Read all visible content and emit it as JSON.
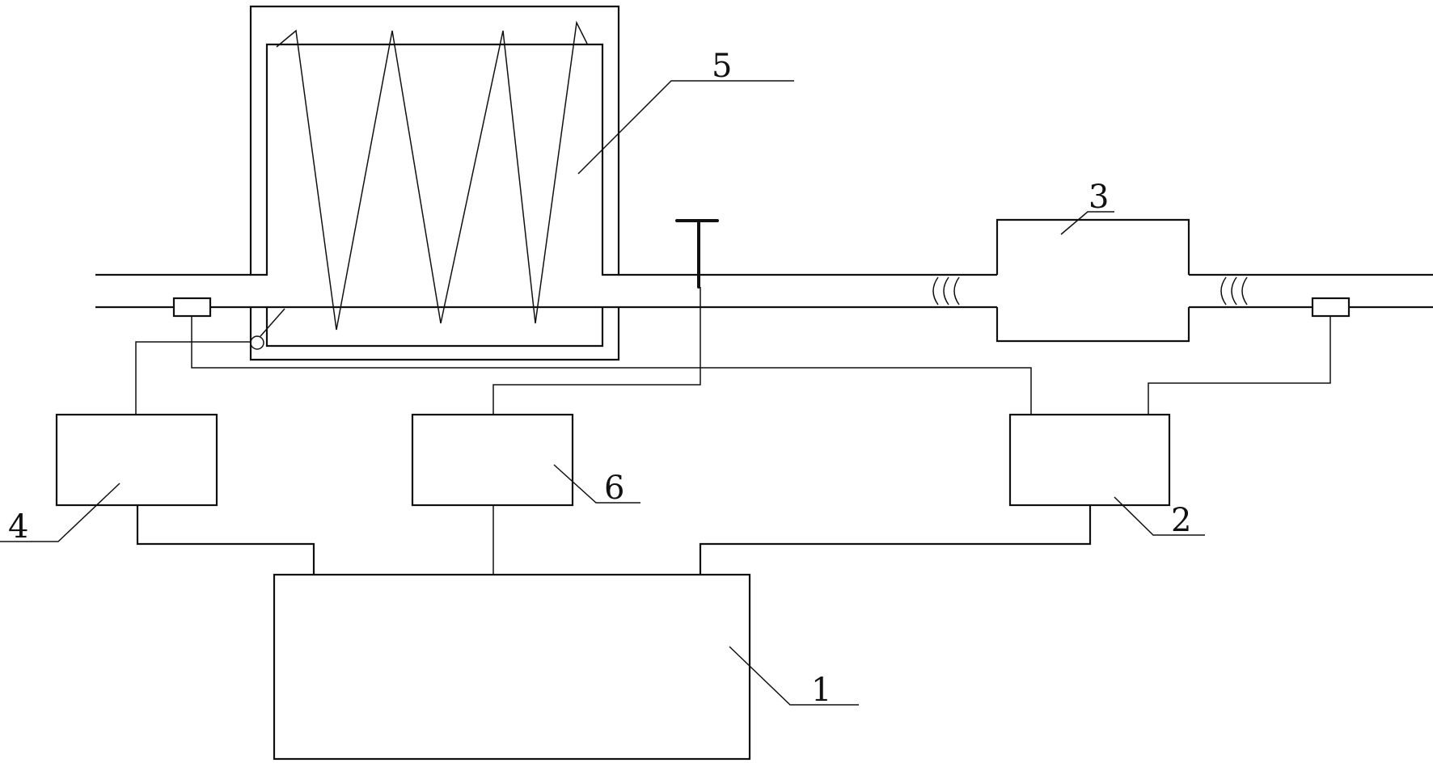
{
  "diagram": {
    "labels": {
      "l1": "1",
      "l2": "2",
      "l3": "3",
      "l4": "4",
      "l5": "5",
      "l6": "6"
    },
    "colors": {
      "stroke": "#111111",
      "background": "#ffffff"
    }
  }
}
